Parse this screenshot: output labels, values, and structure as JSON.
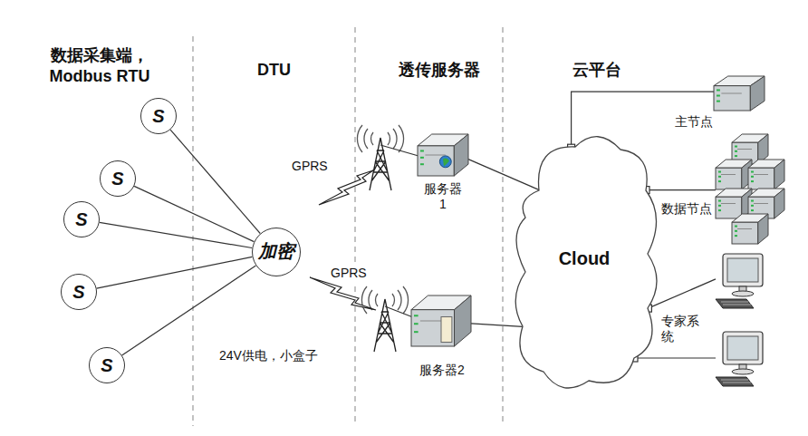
{
  "diagram": {
    "nodes": [
      {
        "text": [
          "S"
        ]
      },
      {
        "text": [
          "S"
        ]
      },
      {
        "text": [
          "S"
        ]
      },
      {
        "text": [
          "S"
        ]
      },
      {
        "text": [
          "S"
        ]
      },
      {
        "text": [
          "加密"
        ]
      },
      {
        "text": [
          "服务器 1"
        ]
      },
      {
        "text": [
          "服务器2"
        ]
      },
      {
        "text": [
          "Cloud"
        ]
      },
      {
        "text": [
          "主节点"
        ]
      },
      {
        "text": [
          "数据节点"
        ]
      },
      {
        "text": [
          "专家系统"
        ]
      }
    ],
    "edges": [
      {
        "from": 0,
        "to": 5,
        "arrow": "none"
      },
      {
        "from": 1,
        "to": 5,
        "arrow": "none"
      },
      {
        "from": 2,
        "to": 5,
        "arrow": "none"
      },
      {
        "from": 3,
        "to": 5,
        "arrow": "none"
      },
      {
        "from": 4,
        "to": 5,
        "arrow": "none"
      },
      {
        "from": 6,
        "to": 8,
        "arrow": "none"
      },
      {
        "from": 7,
        "to": 8,
        "arrow": "none"
      },
      {
        "from": 8,
        "to": 9,
        "arrow": "none"
      },
      {
        "from": 8,
        "to": 10,
        "arrow": "none"
      },
      {
        "from": 8,
        "to": 11,
        "arrow": "none"
      }
    ],
    "labels": [
      "数据采集端， Modbus RTU",
      "DTU",
      "透传服务器",
      "云平台",
      "GPRS",
      "GPRS",
      "24V供电，小盒子"
    ]
  }
}
